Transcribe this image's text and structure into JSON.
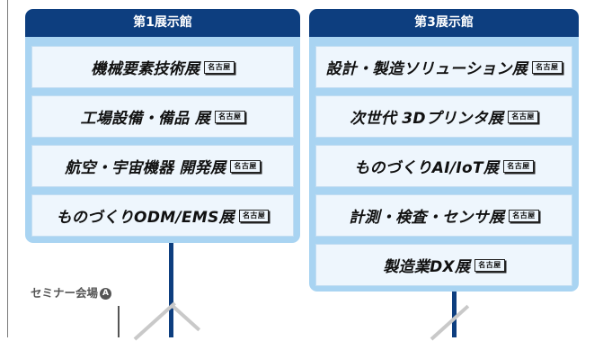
{
  "hall1": {
    "title": "第1展示館",
    "exhibits": [
      {
        "name": "機械要素技術展",
        "tag": "名古屋"
      },
      {
        "name": "工場設備・備品 展",
        "tag": "名古屋"
      },
      {
        "name": "航空・宇宙機器 開発展",
        "tag": "名古屋"
      },
      {
        "name": "ものづくりODM/EMS展",
        "tag": "名古屋"
      }
    ]
  },
  "hall3": {
    "title": "第3展示館",
    "exhibits": [
      {
        "name": "設計・製造ソリューション展",
        "tag": "名古屋"
      },
      {
        "name": "次世代 3Dプリンタ展",
        "tag": "名古屋"
      },
      {
        "name": "ものづくりAI/IoT展",
        "tag": "名古屋"
      },
      {
        "name": "計測・検査・センサ展",
        "tag": "名古屋"
      },
      {
        "name": "製造業DX展",
        "tag": "名古屋"
      }
    ]
  },
  "seminar": {
    "label": "セミナー会場",
    "mark": "A"
  },
  "colors": {
    "header": "#0d3e7f",
    "frame": "#a9d4f2",
    "cell": "#eef6fd"
  }
}
